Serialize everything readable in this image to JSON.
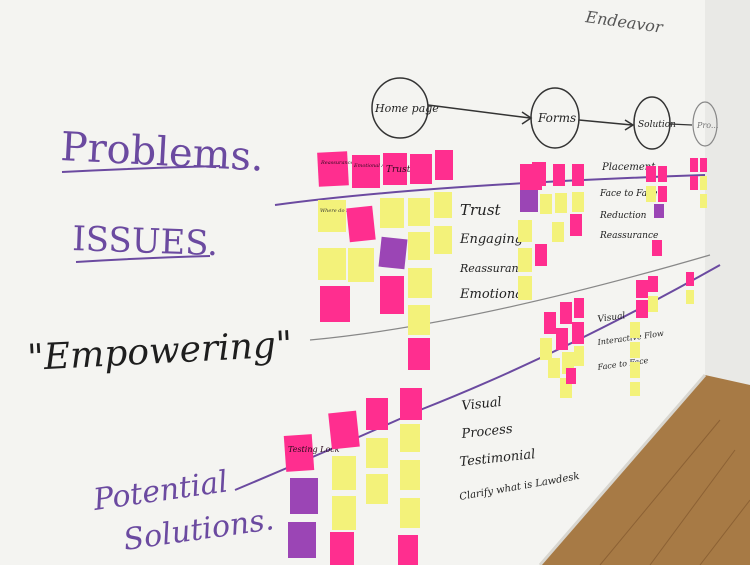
{
  "image": {
    "subject": "whiteboard-with-sticky-notes",
    "colors": {
      "wall": "#f4f4f1",
      "floor": "#a77a45",
      "pink_note": "#ff2e8f",
      "yellow_note": "#f3f27a",
      "purple_note": "#9b45b5",
      "purple_ink": "#6b4aa0",
      "black_ink": "#1e1e1e"
    }
  },
  "board": {
    "row_labels": {
      "problems": "Problems.",
      "issues": "ISSUES.",
      "empowering": "\"Empowering\"",
      "solutions_line1": "Potential",
      "solutions_line2": "Solutions."
    },
    "flow_steps": [
      {
        "label": "Home page"
      },
      {
        "label": "Forms"
      },
      {
        "label": "Solution"
      },
      {
        "label": "Pro..."
      }
    ],
    "top_scribble": "Endeavor",
    "notes_homepage_issues": [
      "Trust",
      "Engaging",
      "Reassurance",
      "Emotional"
    ],
    "notes_homepage_solutions": [
      "Visual",
      "Process",
      "Testimonial",
      "Clarify what is Lawdesk"
    ],
    "notes_forms": [
      "Placement",
      "Face to Face",
      "Reduction",
      "Reassurance"
    ],
    "notes_forms_solutions": [
      "Visual",
      "Interactive Flow",
      "Face to Face"
    ],
    "sticky_texts": {
      "pink_1": "Reassurance Need",
      "pink_2": "Emotional Anxiety",
      "pink_3": "Trust",
      "testing": "Testing Lock",
      "yellow_1": "Where do I go next?"
    }
  }
}
